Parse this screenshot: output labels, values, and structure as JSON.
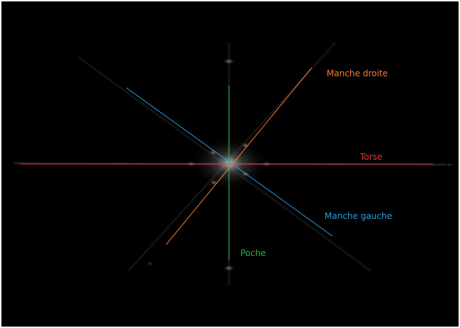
{
  "labels": {
    "manche_droite": {
      "text": "Manche droite",
      "color": "#ff7b2e"
    },
    "torse": {
      "text": "Torse",
      "color": "#e8323c"
    },
    "manche_gauche": {
      "text": "Manche gauche",
      "color": "#2d9ae0"
    },
    "poche": {
      "text": "Poche",
      "color": "#1fb545"
    }
  },
  "colors": {
    "background": "#000000",
    "frame": "#ffffff",
    "glow": "#bfbfbf"
  }
}
